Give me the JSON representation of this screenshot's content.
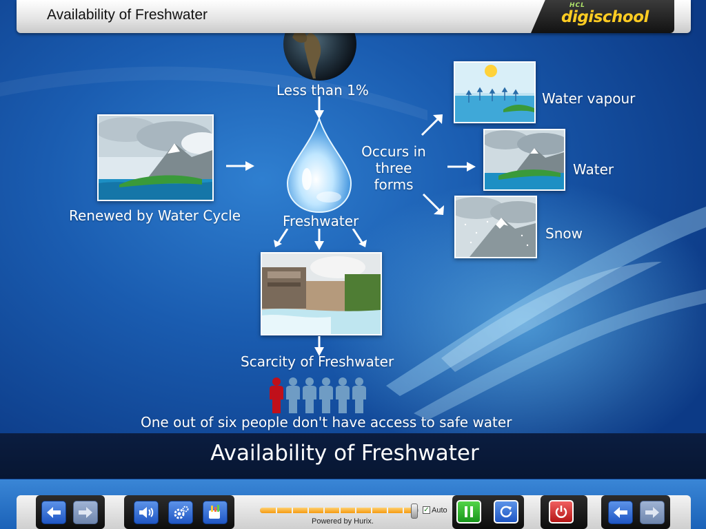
{
  "header": {
    "title": "Availability of Freshwater",
    "logo_small": "HCL",
    "logo_main": "digischool"
  },
  "diagram": {
    "earth_label": "Less than 1%",
    "freshwater_label": "Freshwater",
    "cycle_label": "Renewed by Water Cycle",
    "forms_label": "Occurs in three forms",
    "forms": [
      {
        "label": "Water vapour"
      },
      {
        "label": "Water"
      },
      {
        "label": "Snow"
      }
    ],
    "scarcity_label": "Scarcity of Freshwater",
    "people_total": 6,
    "people_highlighted": 1,
    "access_note": "One out of six people don't have access to safe water"
  },
  "caption": "Availability of Freshwater",
  "player": {
    "auto_label": "Auto",
    "auto_checked": true,
    "progress": 0.97,
    "powered_by": "Powered by Hurix."
  },
  "colors": {
    "background": "#1a5cb0",
    "accent_orange": "#f59a10",
    "person_highlight": "#c0101a",
    "person_normal": "#5f8fb8"
  }
}
